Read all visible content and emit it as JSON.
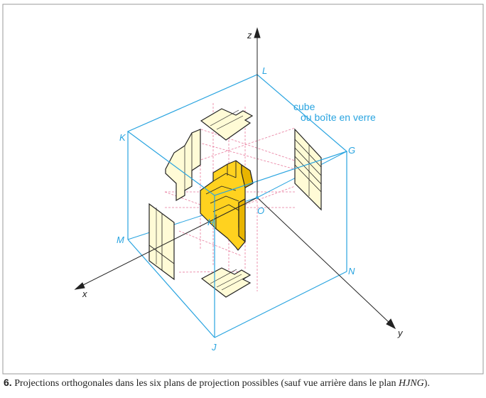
{
  "colors": {
    "cube": "#29a4e0",
    "axis": "#222222",
    "object_fill": "#ffd21f",
    "object_dark": "#e8b400",
    "proj_fill": "#fffbd6",
    "dashed": "#e87a9c",
    "frame": "#9a9a9a"
  },
  "axes": {
    "x": "x",
    "y": "y",
    "z": "z"
  },
  "points": {
    "K": "K",
    "L": "L",
    "G": "G",
    "M": "M",
    "N": "N",
    "J": "J",
    "O": "O",
    "H": "H"
  },
  "cube_label": {
    "line1": "cube",
    "line2": "ou boîte en verre"
  },
  "caption": {
    "number": "6.",
    "text_before": " Projections orthogonales dans les six plans de projection possibles (sauf vue arrière dans le plan ",
    "plane": "HJNG",
    "text_after": ")."
  }
}
